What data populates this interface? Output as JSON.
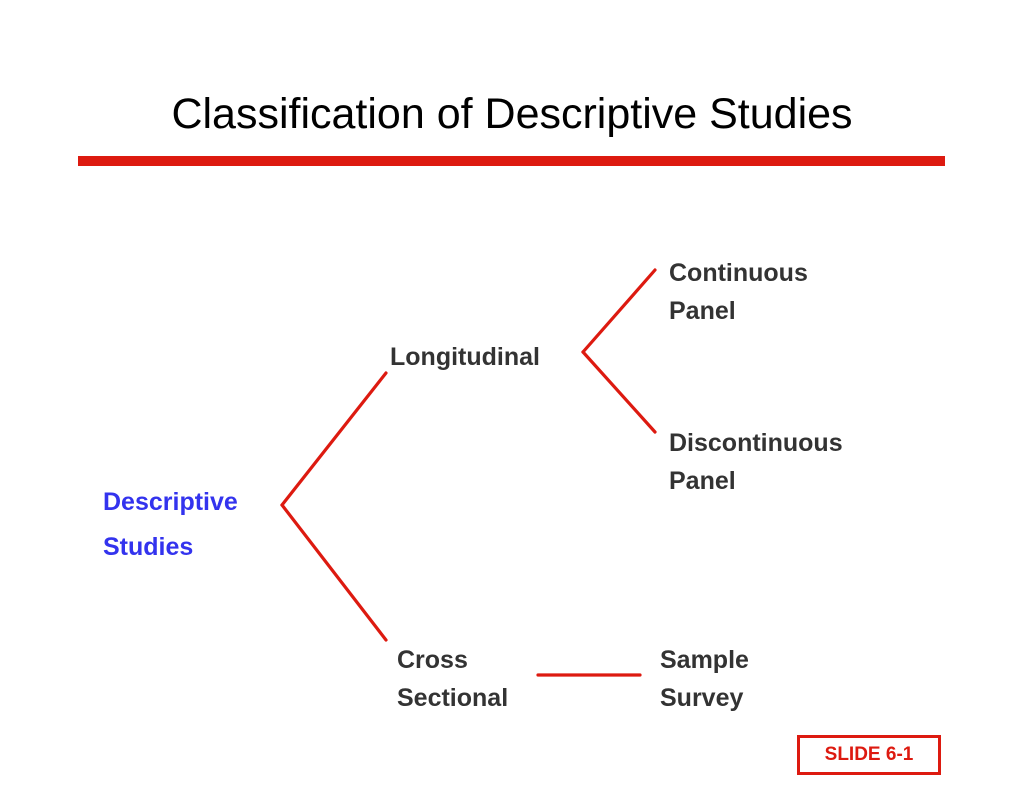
{
  "title": "Classification of Descriptive Studies",
  "colors": {
    "accent": "#dd1a10",
    "root_text": "#3333ee",
    "node_text": "#333333",
    "title_text": "#000000"
  },
  "tree": {
    "root": {
      "line1": "Descriptive",
      "line2": "Studies"
    },
    "longitudinal": {
      "label": "Longitudinal"
    },
    "continuous_panel": {
      "line1": "Continuous",
      "line2": "Panel"
    },
    "discontinuous_panel": {
      "line1": "Discontinuous",
      "line2": "Panel"
    },
    "cross_sectional": {
      "line1": "Cross",
      "line2": "Sectional"
    },
    "sample_survey": {
      "line1": "Sample",
      "line2": "Survey"
    }
  },
  "badge": "SLIDE 6-1"
}
